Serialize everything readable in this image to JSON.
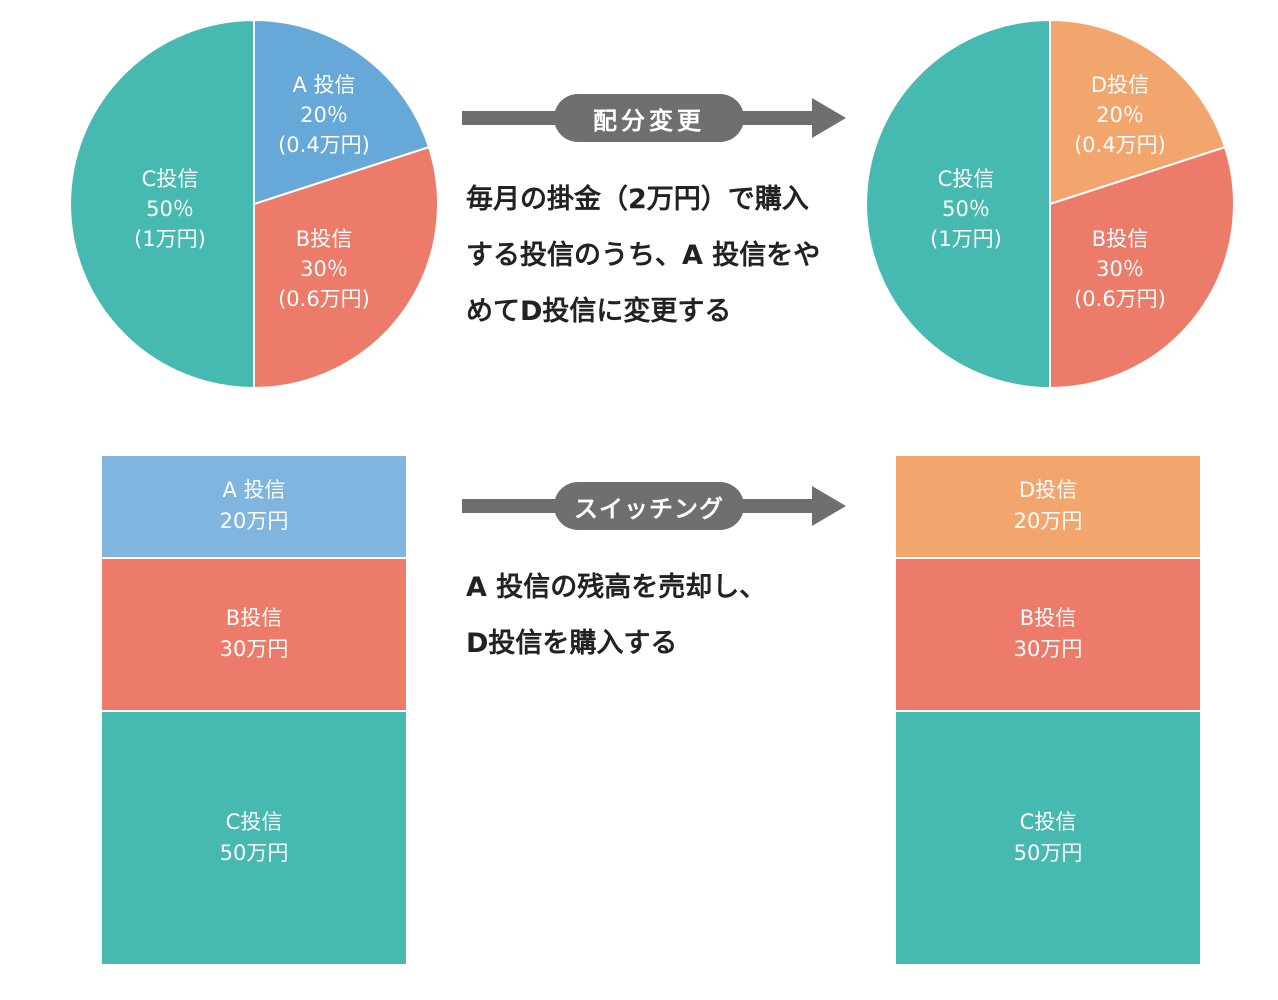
{
  "chart_data": [
    {
      "type": "pie",
      "slices": [
        {
          "lines": [
            "A 投信",
            "20％",
            "(0.4万円)"
          ],
          "value": 20,
          "color": "#66a9d8"
        },
        {
          "lines": [
            "B投信",
            "30％",
            "(0.6万円)"
          ],
          "value": 30,
          "color": "#ec7b6a"
        },
        {
          "lines": [
            "C投信",
            "50％",
            "(1万円)"
          ],
          "value": 50,
          "color": "#46b9b0"
        }
      ]
    },
    {
      "type": "pie",
      "slices": [
        {
          "lines": [
            "D投信",
            "20％",
            "(0.4万円)"
          ],
          "value": 20,
          "color": "#f2a56d"
        },
        {
          "lines": [
            "B投信",
            "30％",
            "(0.6万円)"
          ],
          "value": 30,
          "color": "#ec7b6a"
        },
        {
          "lines": [
            "C投信",
            "50％",
            "(1万円)"
          ],
          "value": 50,
          "color": "#46b9b0"
        }
      ]
    },
    {
      "type": "bar",
      "stacked": true,
      "segments": [
        {
          "lines": [
            "A 投信",
            "20万円"
          ],
          "value": 20,
          "color": "#7fb5df"
        },
        {
          "lines": [
            "B投信",
            "30万円"
          ],
          "value": 30,
          "color": "#ec7b6a"
        },
        {
          "lines": [
            "C投信",
            "50万円"
          ],
          "value": 50,
          "color": "#46b9b0"
        }
      ]
    },
    {
      "type": "bar",
      "stacked": true,
      "segments": [
        {
          "lines": [
            "D投信",
            "20万円"
          ],
          "value": 20,
          "color": "#f2a56d"
        },
        {
          "lines": [
            "B投信",
            "30万円"
          ],
          "value": 30,
          "color": "#ec7b6a"
        },
        {
          "lines": [
            "C投信",
            "50万円"
          ],
          "value": 50,
          "color": "#46b9b0"
        }
      ]
    }
  ],
  "arrows": {
    "top_label": "配分変更",
    "bottom_label": "スイッチング",
    "color": "#6f6f6f"
  },
  "notes": {
    "top": [
      "毎月の掛金（2万円）で購入",
      "する投信のうち、A 投信をや",
      "めてD投信に変更する"
    ],
    "bottom": [
      "A 投信の残高を売却し、",
      "D投信を購入する"
    ]
  }
}
